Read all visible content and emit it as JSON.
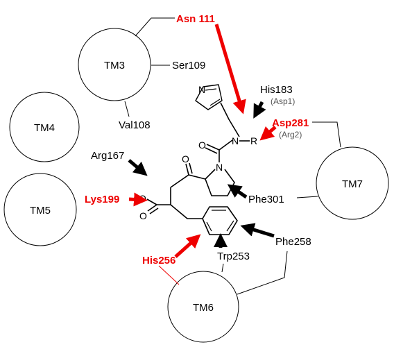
{
  "colors": {
    "highlight": "#ee0000",
    "black": "#000000",
    "secondary": "#555555"
  },
  "helices": {
    "tm3": "TM3",
    "tm4": "TM4",
    "tm5": "TM5",
    "tm6": "TM6",
    "tm7": "TM7"
  },
  "residues": {
    "asn111": "Asn 111",
    "ser109": "Ser109",
    "val108": "Val108",
    "his183": "His183",
    "asp1": "(Asp1)",
    "asp281": "Asp281",
    "arg2": "(Arg2)",
    "arg167": "Arg167",
    "lys199": "Lys199",
    "phe301": "Phe301",
    "phe258": "Phe258",
    "his256": "His256",
    "trp253": "Trp253"
  },
  "atoms": {
    "n_imidazole": "N",
    "n_amide": "N",
    "r_group": "R",
    "n_pyrrolidine": "N",
    "o_carbonyl": "O",
    "o_ketone": "O",
    "o_carboxylate_1": "O",
    "o_carboxylate_2": "O"
  }
}
